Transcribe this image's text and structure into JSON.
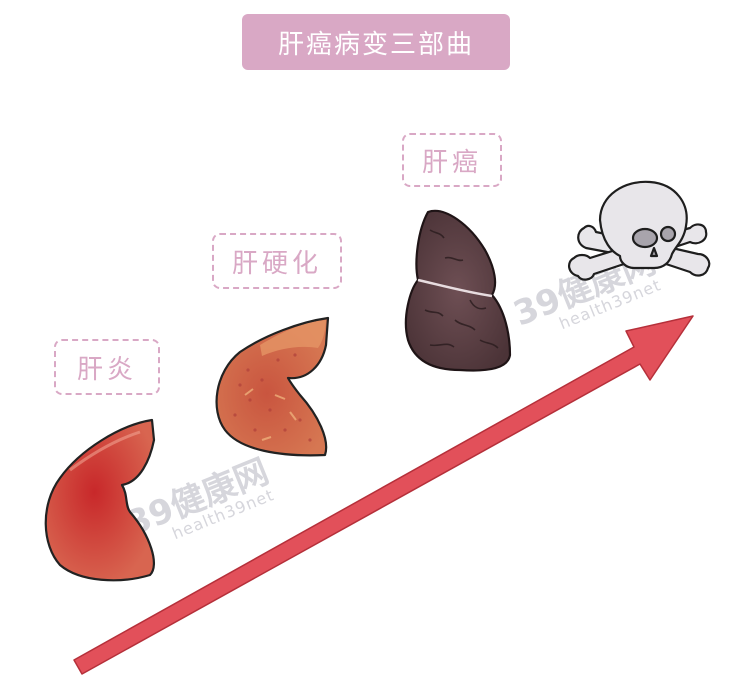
{
  "title": "肝癌病变三部曲",
  "colors": {
    "accent": "#d9a8c5",
    "label": "#d9a8c5",
    "arrow": "#e2505a",
    "arrow_stroke": "#b5303a",
    "hepatitis_liver": "#cf4a3e",
    "cirrhosis_liver": "#d2704c",
    "cancer_liver": "#5e4347",
    "skull": "#e6e4e8"
  },
  "stages": [
    {
      "label": "肝炎",
      "icon": "red-liver-icon"
    },
    {
      "label": "肝硬化",
      "icon": "spotted-liver-icon"
    },
    {
      "label": "肝癌",
      "icon": "dark-liver-icon"
    },
    {
      "label": "",
      "icon": "skull-crossbones-icon"
    }
  ],
  "watermarks": [
    {
      "logo": "39健康网",
      "url": "health39net"
    },
    {
      "logo": "39健康网",
      "url": "health39net"
    }
  ]
}
